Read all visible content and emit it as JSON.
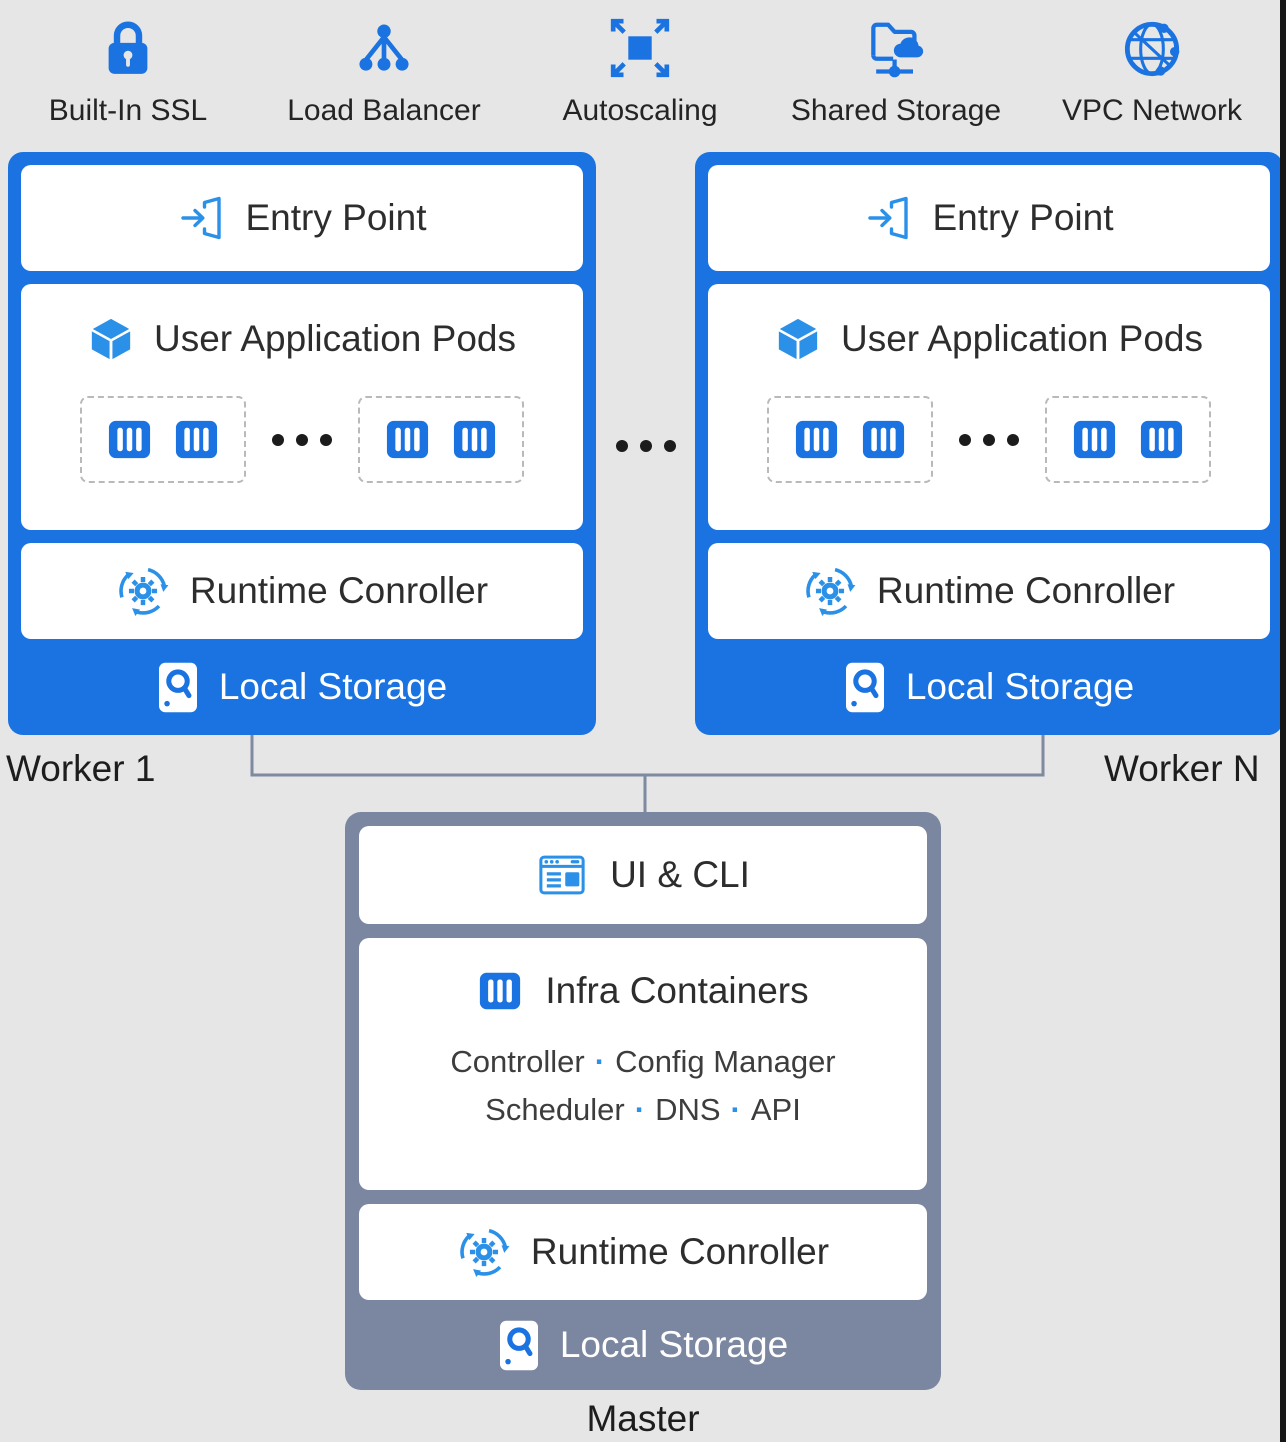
{
  "colors": {
    "accent_blue": "#1a73e0",
    "icon_blue": "#2b90e8",
    "master_gray": "#7b87a0",
    "background": "#e6e6e6",
    "connector_line": "#7e8aa0",
    "text_dark": "#232323",
    "card_text": "#2d2d2d",
    "dash_border": "#b9b9b9",
    "edge_black": "#161616",
    "white": "#ffffff"
  },
  "features": [
    {
      "label": "Built-In SSL",
      "icon": "lock-icon"
    },
    {
      "label": "Load Balancer",
      "icon": "load-balancer-icon"
    },
    {
      "label": "Autoscaling",
      "icon": "autoscale-icon"
    },
    {
      "label": "Shared Storage",
      "icon": "shared-storage-icon"
    },
    {
      "label": "VPC Network",
      "icon": "vpc-network-icon"
    }
  ],
  "workers": [
    {
      "label": "Worker 1",
      "entry_label": "Entry Point",
      "pods_label": "User Application Pods",
      "runtime_label": "Runtime Conroller",
      "storage_label": "Local Storage"
    },
    {
      "label": "Worker N",
      "entry_label": "Entry Point",
      "pods_label": "User Application Pods",
      "runtime_label": "Runtime Conroller",
      "storage_label": "Local Storage"
    }
  ],
  "master": {
    "label": "Master",
    "ui_cli_label": "UI & CLI",
    "infra_label": "Infra Containers",
    "infra_line1": [
      "Controller",
      "Config Manager"
    ],
    "infra_line2": [
      "Scheduler",
      "DNS",
      "API"
    ],
    "runtime_label": "Runtime Conroller",
    "storage_label": "Local Storage"
  },
  "separators": {
    "infra_dot": "·"
  },
  "icons": {
    "lock-icon": "padlock",
    "load-balancer-icon": "node fan-out tree",
    "autoscale-icon": "square with four outward diagonal arrows",
    "shared-storage-icon": "folder with cloud on network line",
    "vpc-network-icon": "globe with network nodes",
    "entry-point-icon": "arrow entering open door",
    "cube-icon": "3d package cube",
    "container-icon": "rounded square with three vertical bars",
    "runtime-controller-icon": "gear surrounded by circular arrows",
    "local-storage-icon": "hard-drive card with platter ring",
    "ui-cli-icon": "browser window",
    "ellipsis-icon": "three horizontal dots"
  }
}
